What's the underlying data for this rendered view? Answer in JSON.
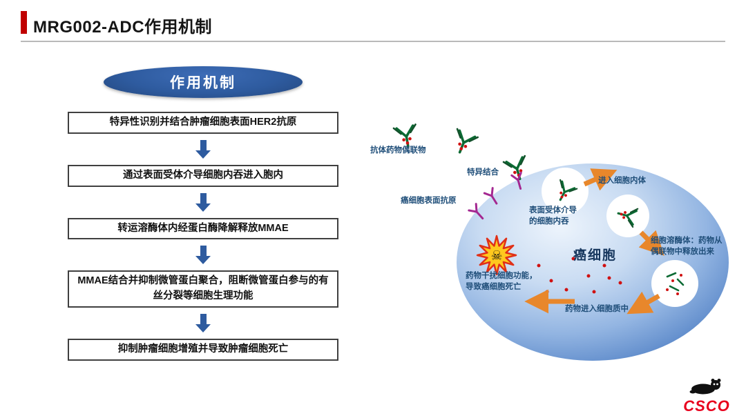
{
  "header": {
    "title": "MRG002-ADC作用机制"
  },
  "flowchart": {
    "badge": "作用机制",
    "steps": [
      "特异性识别并结合肿瘤细胞表面HER2抗原",
      "通过表面受体介导细胞内吞进入胞内",
      "转运溶酶体内经蛋白酶降解释放MMAE",
      "MMAE结合并抑制微管蛋白聚合，阻断微管蛋白参与的有丝分裂等细胞生理功能",
      "抑制肿瘤细胞增殖并导致肿瘤细胞死亡"
    ]
  },
  "diagram": {
    "cell_label": "癌细胞",
    "labels": {
      "adc": "抗体药物偶联物",
      "binding": "特异结合",
      "surface_antigen": "癌细胞表面抗原",
      "endocytosis": "表面受体介导的细胞内吞",
      "endosome": "进入细胞内体",
      "lysosome": "细胞溶酶体：药物从偶联物中释放出来",
      "cytoplasm": "药物进入细胞质中",
      "cell_death": "药物干扰细胞功能，导致癌细胞死亡"
    }
  },
  "footer": {
    "logo_text": "CSCO"
  },
  "colors": {
    "accent_red": "#C00000",
    "flow_blue": "#2E5B9F",
    "label_blue": "#1F4E79",
    "cell_blue": "#3E6BB0",
    "arrow_orange": "#E8872B",
    "antibody_green": "#0B6A33",
    "receptor_magenta": "#A42891",
    "drug_red": "#D01111",
    "logo_red": "#E8001D"
  }
}
